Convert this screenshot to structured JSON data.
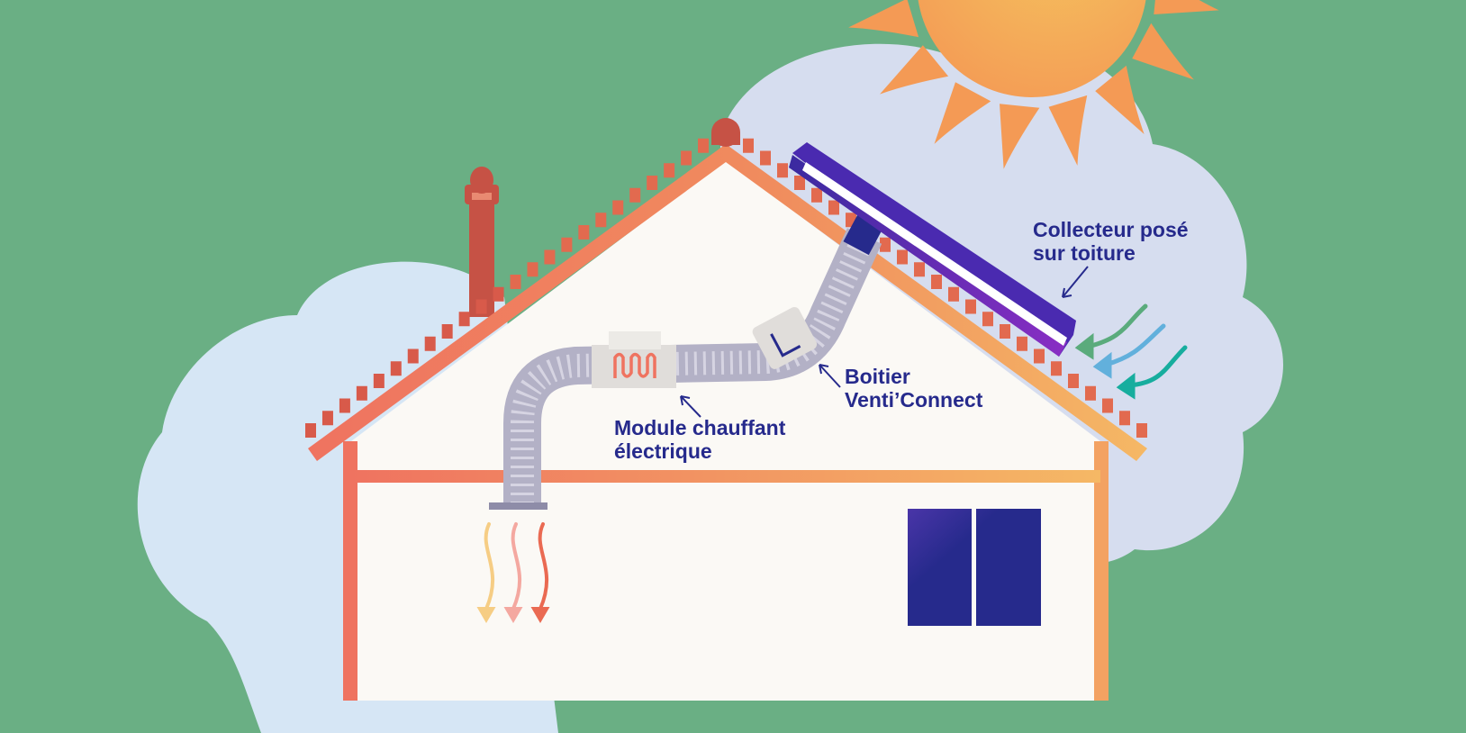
{
  "colors": {
    "background": "#6aaf84",
    "sky_light": "#d6e6f5",
    "sky_lavender": "#d6ddef",
    "roof_coral": "#ef7360",
    "roof_orange": "#f5b865",
    "house_wall": "#fbf9f5",
    "duct_gray": "#b3b1c6",
    "panel_purple": "#6a2ab8",
    "label_navy": "#262a8c",
    "sun_orange": "#f49a55",
    "sun_yellow": "#f5bd5e",
    "arrow_green": "#5aab7c",
    "arrow_blue": "#62b0dc",
    "arrow_teal": "#17ad9e",
    "heat_yellow": "#f6cd84",
    "heat_pink": "#f4a8a0",
    "heat_coral": "#ea6a52"
  },
  "icons": {
    "sun": "sun-icon",
    "cloud": "cloud-icon",
    "house": "house-icon",
    "chimney": "chimney-icon",
    "solar_collector": "solar-collector-icon",
    "duct": "duct-icon",
    "heating_module": "heating-module-icon",
    "control_box": "control-box-icon",
    "window": "window-icon",
    "fresh_air_arrows": "air-intake-arrows",
    "warm_air_arrows": "warm-air-arrows"
  },
  "labels": {
    "collector": {
      "line1": "Collecteur posé",
      "line2": "sur toiture"
    },
    "box": {
      "line1": "Boitier",
      "line2": "Venti’Connect"
    },
    "module": {
      "line1": "Module chauffant",
      "line2": "électrique"
    }
  }
}
